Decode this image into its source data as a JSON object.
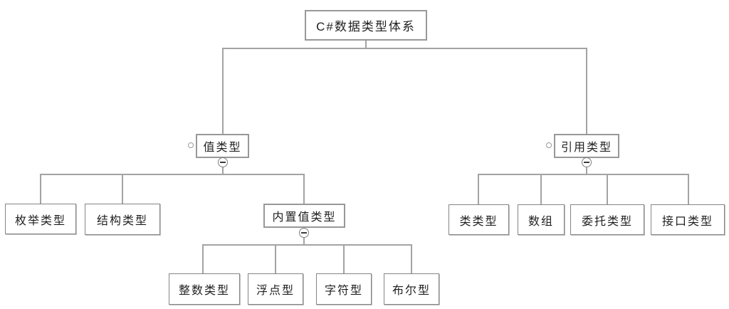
{
  "diagram": {
    "title": "C# data type hierarchy tree",
    "background": "#ffffff",
    "line_color": "#a3a3a3",
    "box_border_color": "#858585",
    "text_color": "#1f1f1f",
    "icons": {
      "collapse": "minus-circle-icon",
      "handle": "circle-outline-icon"
    },
    "tree": {
      "label": "C#数据类型体系",
      "children": [
        {
          "label": "值类型",
          "collapsed": false,
          "children": [
            {
              "label": "枚举类型"
            },
            {
              "label": "结构类型"
            },
            {
              "label": "内置值类型",
              "collapsed": false,
              "children": [
                {
                  "label": "整数类型"
                },
                {
                  "label": "浮点型"
                },
                {
                  "label": "字符型"
                },
                {
                  "label": "布尔型"
                }
              ]
            }
          ]
        },
        {
          "label": "引用类型",
          "collapsed": false,
          "children": [
            {
              "label": "类类型"
            },
            {
              "label": "数组"
            },
            {
              "label": "委托类型"
            },
            {
              "label": "接口类型"
            }
          ]
        }
      ]
    }
  }
}
